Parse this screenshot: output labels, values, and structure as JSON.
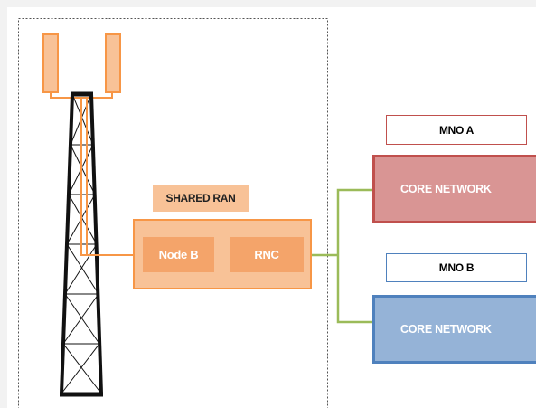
{
  "diagram": {
    "shared_ran_label": "SHARED RAN",
    "node_b_label": "Node B",
    "rnc_label": "RNC",
    "mno_a_label": "MNO A",
    "mno_b_label": "MNO B",
    "core_a_label": "CORE NETWORK",
    "core_b_label": "CORE NETWORK"
  },
  "colors": {
    "orange_fill": "#f8c297",
    "orange_border": "#f79646",
    "orange_box": "#f4a46a",
    "red_fill": "#d99594",
    "red_border": "#c0504d",
    "blue_fill": "#95b3d7",
    "blue_border": "#4f81bd",
    "green_line": "#9bbb59"
  }
}
